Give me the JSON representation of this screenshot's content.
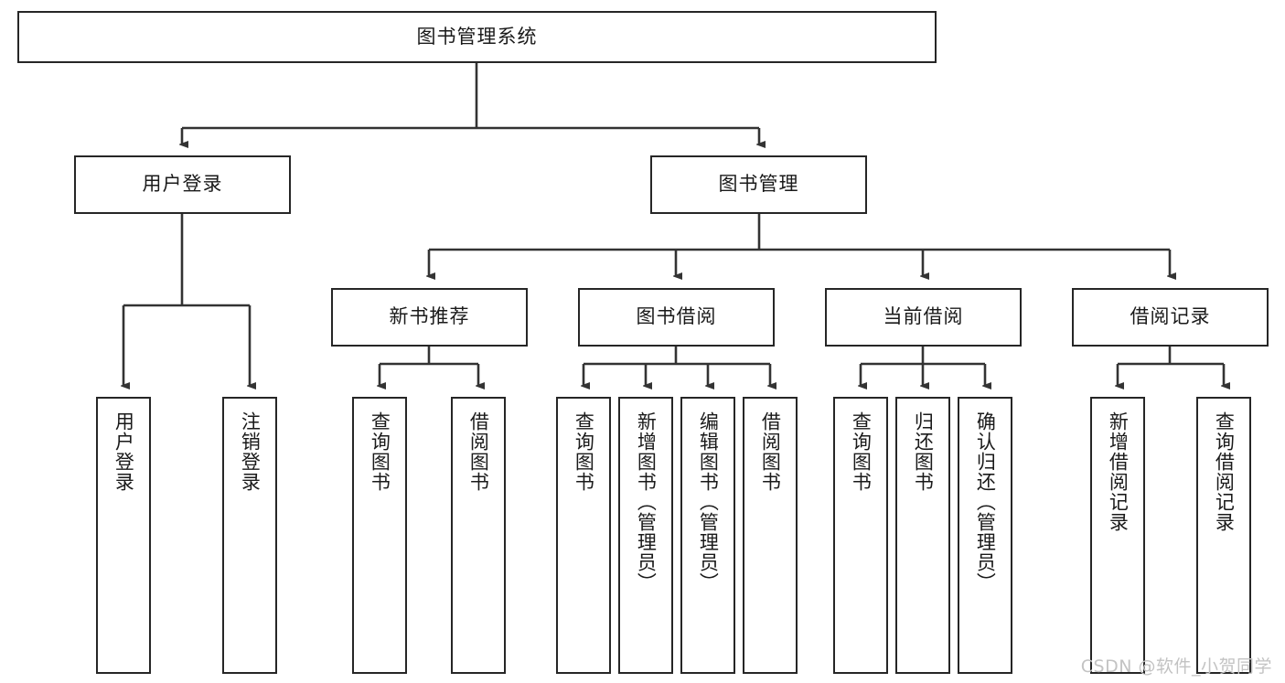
{
  "diagram": {
    "type": "tree",
    "title": "图书管理系统",
    "root": {
      "label": "图书管理系统",
      "id": "root"
    },
    "level2": [
      {
        "id": "user-login",
        "label": "用户登录"
      },
      {
        "id": "book-manage",
        "label": "图书管理"
      }
    ],
    "level3": [
      {
        "id": "new-book-rec",
        "label": "新书推荐",
        "parent": "book-manage"
      },
      {
        "id": "book-borrow",
        "label": "图书借阅",
        "parent": "book-manage"
      },
      {
        "id": "current-borrow",
        "label": "当前借阅",
        "parent": "book-manage"
      },
      {
        "id": "borrow-record",
        "label": "借阅记录",
        "parent": "book-manage"
      }
    ],
    "leaves": [
      {
        "id": "leaf-user-login",
        "label": "用户登录",
        "parent": "user-login"
      },
      {
        "id": "leaf-logout",
        "label": "注销登录",
        "parent": "user-login"
      },
      {
        "id": "leaf-query-book-rec",
        "label": "查询图书",
        "parent": "new-book-rec"
      },
      {
        "id": "leaf-borrow-book-rec",
        "label": "借阅图书",
        "parent": "new-book-rec"
      },
      {
        "id": "leaf-query-book-borrow",
        "label": "查询图书",
        "parent": "book-borrow"
      },
      {
        "id": "leaf-add-book",
        "label": "新增图书（管理员）",
        "parent": "book-borrow"
      },
      {
        "id": "leaf-edit-book",
        "label": "编辑图书（管理员）",
        "parent": "book-borrow"
      },
      {
        "id": "leaf-borrow-book",
        "label": "借阅图书",
        "parent": "book-borrow"
      },
      {
        "id": "leaf-query-book-current",
        "label": "查询图书",
        "parent": "current-borrow"
      },
      {
        "id": "leaf-return-book",
        "label": "归还图书",
        "parent": "current-borrow"
      },
      {
        "id": "leaf-confirm-return",
        "label": "确认归还（管理员）",
        "parent": "current-borrow"
      },
      {
        "id": "leaf-add-record",
        "label": "新增借阅记录",
        "parent": "borrow-record"
      },
      {
        "id": "leaf-query-record",
        "label": "查询借阅记录",
        "parent": "borrow-record"
      }
    ],
    "colors": {
      "background": "#ffffff",
      "border": "#262626",
      "connector": "#333333",
      "text": "#1a1a1a",
      "watermark": "#c3c3c3"
    }
  },
  "watermark": {
    "text": "CSDN @软件_小贺同学"
  }
}
